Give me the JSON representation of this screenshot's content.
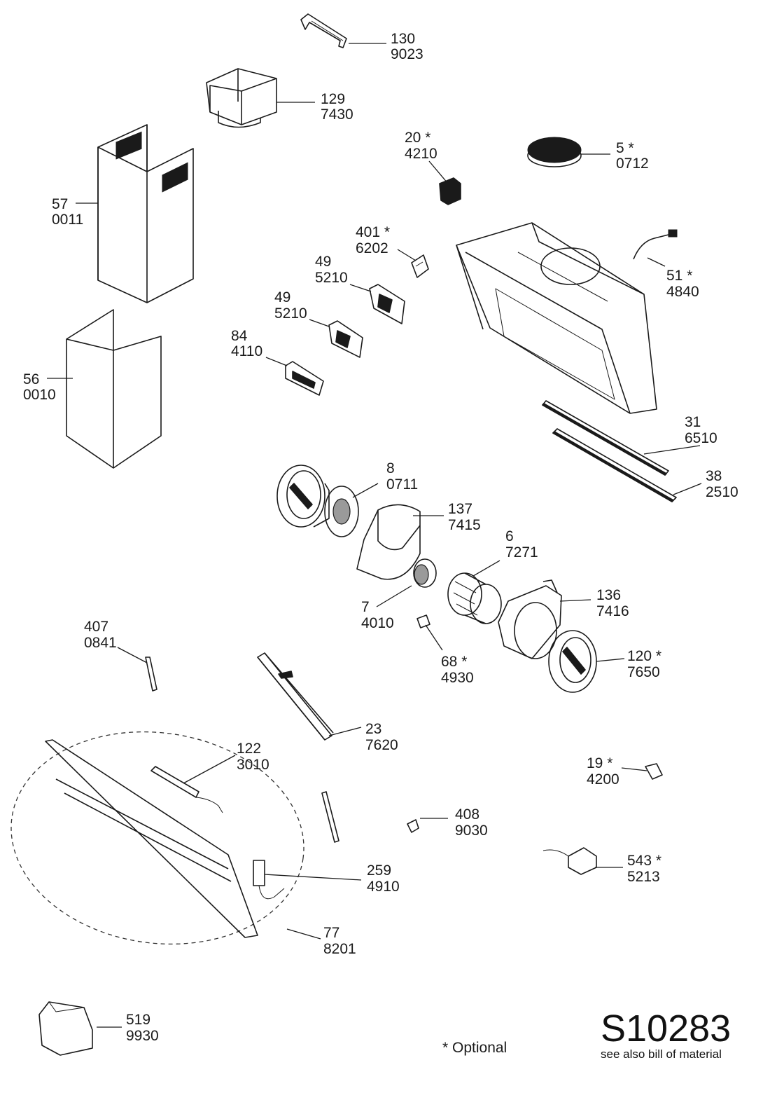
{
  "document": {
    "code": "S10283",
    "note": "see also bill of material",
    "legend": "* Optional"
  },
  "parts": [
    {
      "id": "130",
      "code": "9023"
    },
    {
      "id": "129",
      "code": "7430"
    },
    {
      "id": "20 *",
      "code": "4210"
    },
    {
      "id": "5 *",
      "code": "0712"
    },
    {
      "id": "57",
      "code": "0011"
    },
    {
      "id": "401 *",
      "code": "6202"
    },
    {
      "id": "49",
      "code": "5210"
    },
    {
      "id": "49",
      "code": "5210"
    },
    {
      "id": "51 *",
      "code": "4840"
    },
    {
      "id": "84",
      "code": "4110"
    },
    {
      "id": "56",
      "code": "0010"
    },
    {
      "id": "31",
      "code": "6510"
    },
    {
      "id": "38",
      "code": "2510"
    },
    {
      "id": "8",
      "code": "0711"
    },
    {
      "id": "137",
      "code": "7415"
    },
    {
      "id": "6",
      "code": "7271"
    },
    {
      "id": "136",
      "code": "7416"
    },
    {
      "id": "7",
      "code": "4010"
    },
    {
      "id": "407",
      "code": "0841"
    },
    {
      "id": "68 *",
      "code": "4930"
    },
    {
      "id": "120 *",
      "code": "7650"
    },
    {
      "id": "23",
      "code": "7620"
    },
    {
      "id": "122",
      "code": "3010"
    },
    {
      "id": "19 *",
      "code": "4200"
    },
    {
      "id": "408",
      "code": "9030"
    },
    {
      "id": "543 *",
      "code": "5213"
    },
    {
      "id": "259",
      "code": "4910"
    },
    {
      "id": "77",
      "code": "8201"
    },
    {
      "id": "519",
      "code": "9930"
    }
  ]
}
